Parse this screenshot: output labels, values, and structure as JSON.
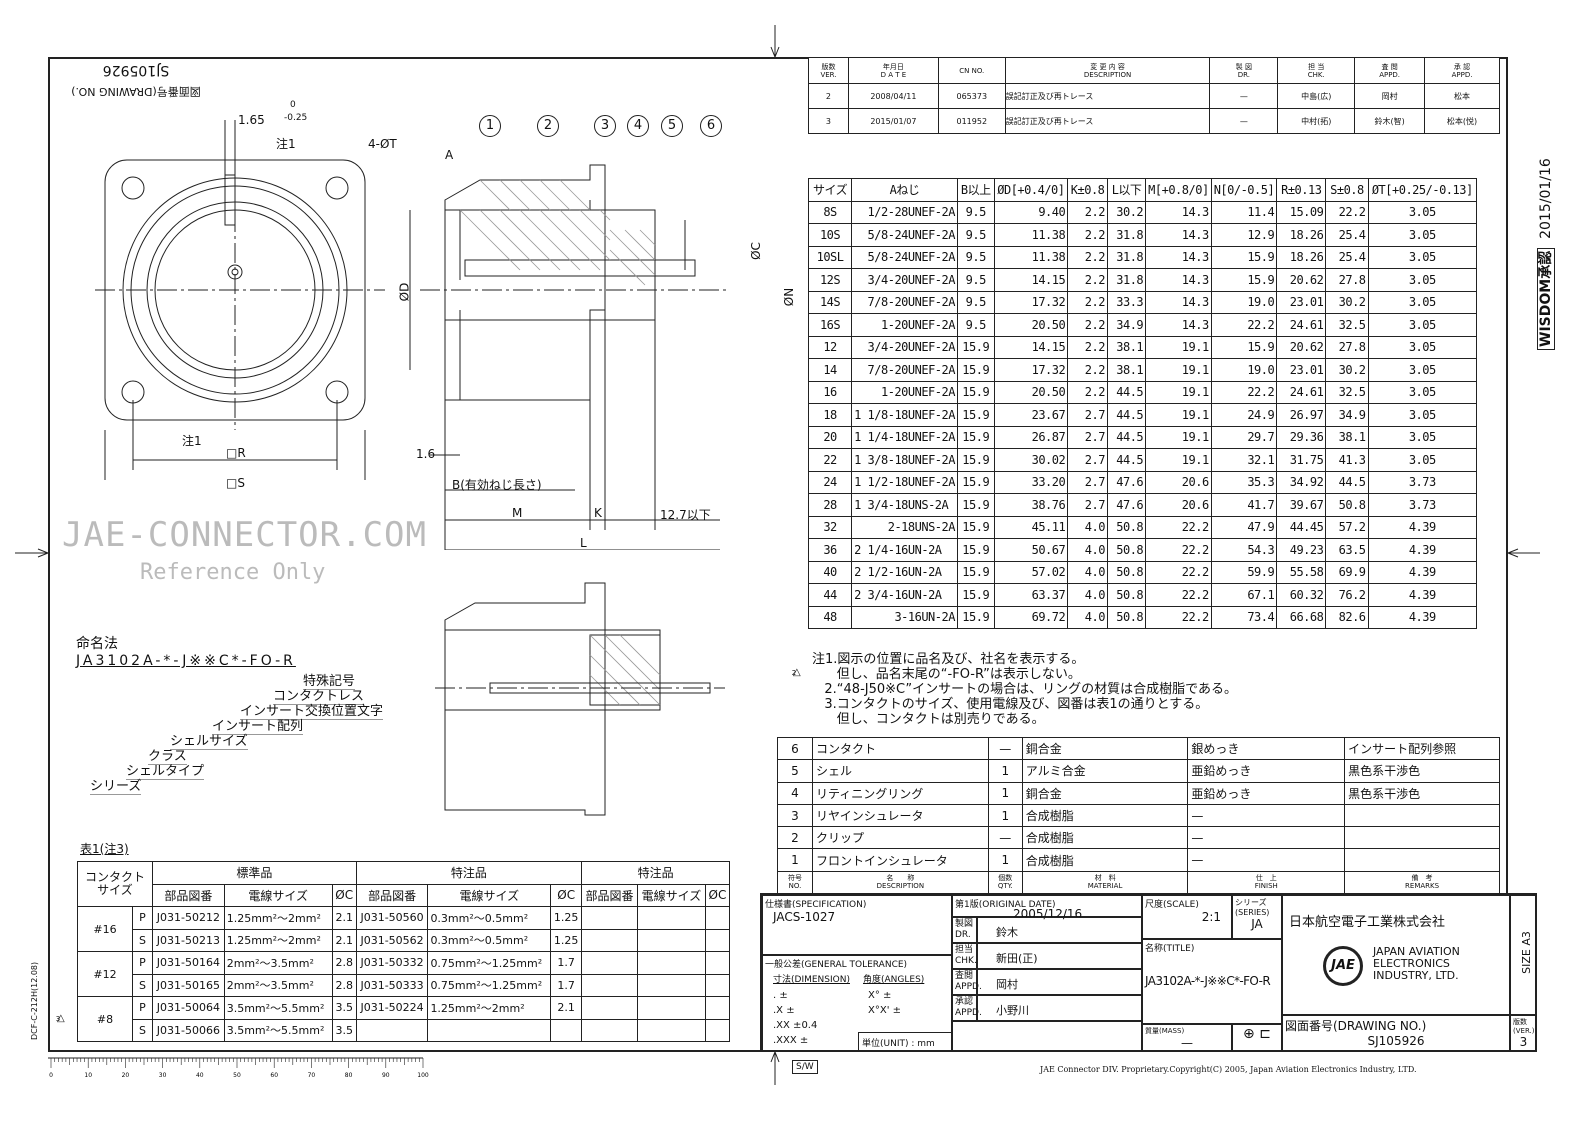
{
  "drawing_no_box": {
    "label": "図面番号(DRAWING NO.)",
    "value": "SJ105926"
  },
  "revisions": {
    "headers": [
      [
        "版数",
        "VER."
      ],
      [
        "年月日",
        "D A T E"
      ],
      [
        "CN NO.",
        ""
      ],
      [
        "変 更 内 容",
        "DESCRIPTION"
      ],
      [
        "製 図",
        "DR."
      ],
      [
        "担 当",
        "CHK."
      ],
      [
        "査 閲",
        "APPD."
      ],
      [
        "承 認",
        "APPD."
      ]
    ],
    "rows": [
      [
        "2",
        "2008/04/11",
        "065373",
        "誤記訂正及び再トレース",
        "—",
        "中島(広)",
        "岡村",
        "松本"
      ],
      [
        "3",
        "2015/01/07",
        "011952",
        "誤記訂正及び再トレース",
        "—",
        "中村(拓)",
        "鈴木(智)",
        "松本(悦)"
      ]
    ]
  },
  "approval_stamp": {
    "label": "WISDOM承認",
    "date": "2015/01/16"
  },
  "dimension_table": {
    "headers": [
      "サイズ",
      "Aねじ",
      "B以上",
      "ØD[+0.4/0]",
      "K±0.8",
      "L以下",
      "M[+0.8/0]",
      "N[0/-0.5]",
      "R±0.13",
      "S±0.8",
      "ØT[+0.25/-0.13]"
    ],
    "rows": [
      [
        "8S",
        "1/2-28UNEF-2A",
        "9.5",
        "9.40",
        "2.2",
        "30.2",
        "14.3",
        "11.4",
        "15.09",
        "22.2",
        "3.05"
      ],
      [
        "10S",
        "5/8-24UNEF-2A",
        "9.5",
        "11.38",
        "2.2",
        "31.8",
        "14.3",
        "12.9",
        "18.26",
        "25.4",
        "3.05"
      ],
      [
        "10SL",
        "5/8-24UNEF-2A",
        "9.5",
        "11.38",
        "2.2",
        "31.8",
        "14.3",
        "15.9",
        "18.26",
        "25.4",
        "3.05"
      ],
      [
        "12S",
        "3/4-20UNEF-2A",
        "9.5",
        "14.15",
        "2.2",
        "31.8",
        "14.3",
        "15.9",
        "20.62",
        "27.8",
        "3.05"
      ],
      [
        "14S",
        "7/8-20UNEF-2A",
        "9.5",
        "17.32",
        "2.2",
        "33.3",
        "14.3",
        "19.0",
        "23.01",
        "30.2",
        "3.05"
      ],
      [
        "16S",
        "1-20UNEF-2A",
        "9.5",
        "20.50",
        "2.2",
        "34.9",
        "14.3",
        "22.2",
        "24.61",
        "32.5",
        "3.05"
      ],
      [
        "12",
        "3/4-20UNEF-2A",
        "15.9",
        "14.15",
        "2.2",
        "38.1",
        "19.1",
        "15.9",
        "20.62",
        "27.8",
        "3.05"
      ],
      [
        "14",
        "7/8-20UNEF-2A",
        "15.9",
        "17.32",
        "2.2",
        "38.1",
        "19.1",
        "19.0",
        "23.01",
        "30.2",
        "3.05"
      ],
      [
        "16",
        "1-20UNEF-2A",
        "15.9",
        "20.50",
        "2.2",
        "44.5",
        "19.1",
        "22.2",
        "24.61",
        "32.5",
        "3.05"
      ],
      [
        "18",
        "1 1/8-18UNEF-2A",
        "15.9",
        "23.67",
        "2.7",
        "44.5",
        "19.1",
        "24.9",
        "26.97",
        "34.9",
        "3.05"
      ],
      [
        "20",
        "1 1/4-18UNEF-2A",
        "15.9",
        "26.87",
        "2.7",
        "44.5",
        "19.1",
        "29.7",
        "29.36",
        "38.1",
        "3.05"
      ],
      [
        "22",
        "1 3/8-18UNEF-2A",
        "15.9",
        "30.02",
        "2.7",
        "44.5",
        "19.1",
        "32.1",
        "31.75",
        "41.3",
        "3.05"
      ],
      [
        "24",
        "1 1/2-18UNEF-2A",
        "15.9",
        "33.20",
        "2.7",
        "47.6",
        "20.6",
        "35.3",
        "34.92",
        "44.5",
        "3.73"
      ],
      [
        "28",
        "1 3/4-18UNS-2A",
        "15.9",
        "38.76",
        "2.7",
        "47.6",
        "20.6",
        "41.7",
        "39.67",
        "50.8",
        "3.73"
      ],
      [
        "32",
        "2-18UNS-2A",
        "15.9",
        "45.11",
        "4.0",
        "50.8",
        "22.2",
        "47.9",
        "44.45",
        "57.2",
        "4.39"
      ],
      [
        "36",
        "2 1/4-16UN-2A",
        "15.9",
        "50.67",
        "4.0",
        "50.8",
        "22.2",
        "54.3",
        "49.23",
        "63.5",
        "4.39"
      ],
      [
        "40",
        "2 1/2-16UN-2A",
        "15.9",
        "57.02",
        "4.0",
        "50.8",
        "22.2",
        "59.9",
        "55.58",
        "69.9",
        "4.39"
      ],
      [
        "44",
        "2 3/4-16UN-2A",
        "15.9",
        "63.37",
        "4.0",
        "50.8",
        "22.2",
        "67.1",
        "60.32",
        "76.2",
        "4.39"
      ],
      [
        "48",
        "3-16UN-2A",
        "15.9",
        "69.72",
        "4.0",
        "50.8",
        "22.2",
        "73.4",
        "66.68",
        "82.6",
        "4.39"
      ]
    ]
  },
  "notes": {
    "rev_mark": "2",
    "text": "注1.図示の位置に品名及び、社名を表示する。\n      但し、品名末尾の“-FO-R”は表示しない。\n   2.“48-J50※C”インサートの場合は、リングの材質は合成樹脂である。\n   3.コンタクトのサイズ、使用電線及び、図番は表1の通りとする。\n      但し、コンタクトは別売りである。"
  },
  "parts_list": {
    "headers": [
      [
        "符号",
        "NO."
      ],
      [
        "名　　称",
        "DESCRIPTION"
      ],
      [
        "個数",
        "QTY."
      ],
      [
        "材　料",
        "MATERIAL"
      ],
      [
        "仕　上",
        "FINISH"
      ],
      [
        "備　考",
        "REMARKS"
      ]
    ],
    "rows": [
      [
        "6",
        "コンタクト",
        "—",
        "銅合金",
        "銀めっき",
        "インサート配列参照"
      ],
      [
        "5",
        "シェル",
        "1",
        "アルミ合金",
        "亜鉛めっき",
        "黒色系干渉色"
      ],
      [
        "4",
        "リティニングリング",
        "1",
        "銅合金",
        "亜鉛めっき",
        "黒色系干渉色"
      ],
      [
        "3",
        "リヤインシュレータ",
        "1",
        "合成樹脂",
        "—",
        ""
      ],
      [
        "2",
        "クリップ",
        "—",
        "合成樹脂",
        "—",
        ""
      ],
      [
        "1",
        "フロントインシュレータ",
        "1",
        "合成樹脂",
        "—",
        ""
      ]
    ]
  },
  "table1": {
    "caption": "表1(注3)",
    "group_headers": [
      "コンタクトサイズ",
      "標準品",
      "特注品",
      "特注品"
    ],
    "sub_headers": [
      "部品図番",
      "電線サイズ",
      "ØC"
    ],
    "rows": [
      [
        "#16",
        "P",
        "J031-50212",
        "1.25mm²～2mm²",
        "2.1",
        "J031-50560",
        "0.3mm²～0.5mm²",
        "1.25"
      ],
      [
        "",
        "S",
        "J031-50213",
        "1.25mm²～2mm²",
        "2.1",
        "J031-50562",
        "0.3mm²～0.5mm²",
        "1.25"
      ],
      [
        "#12",
        "P",
        "J031-50164",
        "2mm²～3.5mm²",
        "2.8",
        "J031-50332",
        "0.75mm²～1.25mm²",
        "1.7"
      ],
      [
        "",
        "S",
        "J031-50165",
        "2mm²～3.5mm²",
        "2.8",
        "J031-50333",
        "0.75mm²～1.25mm²",
        "1.7"
      ],
      [
        "#8",
        "P",
        "J031-50064",
        "3.5mm²～5.5mm²",
        "3.5",
        "J031-50224",
        "1.25mm²～2mm²",
        "2.1"
      ],
      [
        "",
        "S",
        "J031-50066",
        "3.5mm²～5.5mm²",
        "3.5",
        "",
        "",
        ""
      ]
    ]
  },
  "naming": {
    "title": "命名法",
    "code": "JA3102A-*-J※※C*-FO-R",
    "items": [
      "特殊記号",
      "コンタクトレス",
      "インサート交換位置文字",
      "インサート配列",
      "シェルサイズ",
      "クラス",
      "シェルタイプ",
      "シリーズ"
    ]
  },
  "drawing_labels": {
    "balloons": [
      "1",
      "2",
      "3",
      "4",
      "5",
      "6"
    ],
    "A": "A",
    "phiD": "ØD",
    "phiN": "ØN",
    "phiC": "ØC",
    "dim_165": "1.65",
    "tol_upper": "0",
    "tol_lower": "-0.25",
    "note1": "注1",
    "holes": "4-ØT",
    "R": "□R",
    "S": "□S",
    "d16": "1.6",
    "B": "B(有効ねじ長さ)",
    "M": "M",
    "K": "K",
    "d127": "12.7以下",
    "L": "L"
  },
  "title_block": {
    "spec_label": "仕様書(SPECIFICATION)",
    "spec": "JACS-1027",
    "orig_label": "第1版(ORIGINAL DATE)",
    "orig_date": "2005/12/16",
    "scale_label": "尺度(SCALE)",
    "scale": "2:1",
    "series_label": "シリーズ(SERIES)",
    "series": "JA",
    "company_jp": "日本航空電子工業株式会社",
    "company_en": [
      "JAPAN AVIATION",
      "ELECTRONICS",
      "INDUSTRY, LTD."
    ],
    "logo": "JAE",
    "dr_label": [
      "製図",
      "DR."
    ],
    "dr": "鈴木",
    "chk_label": [
      "担当",
      "CHK."
    ],
    "chk": "新田(正)",
    "appd1_label": [
      "査閲",
      "APPD."
    ],
    "appd1": "岡村",
    "appd2_label": [
      "承認",
      "APPD."
    ],
    "appd2": "小野川",
    "tol_label": "一般公差(GENERAL TOLERANCE)",
    "dim_label": "寸法(DIMENSION)",
    "ang_label": "角度(ANGLES)",
    "tol_rows": [
      ". ±",
      ".X ±",
      ".XX ±0.4",
      ".XXX ±"
    ],
    "ang_rows": [
      "X° ±",
      "X°X' ±"
    ],
    "unit": "単位(UNIT) : mm",
    "title_label": "名称(TITLE)",
    "title": "JA3102A-*-J※※C*-FO-R",
    "mass_label": "質量(MASS)",
    "mass": "—",
    "dwg_label": "図面番号(DRAWING NO.)",
    "dwg": "SJ105926",
    "size_label": "SIZE",
    "size": "A3",
    "ver_label": "版数 (VER.)",
    "ver": "3"
  },
  "watermark": {
    "line1": "JAE-CONNECTOR.COM",
    "line2": "Reference Only"
  },
  "footer": {
    "copyright": "JAE Connector DIV. Proprietary.Copyright(C) 2005, Japan Aviation Electronics Industry, LTD.",
    "sw": "S/W",
    "form": "DCF-C-212H(12.08)",
    "rev3": "3"
  },
  "ruler": {
    "labels": [
      "0",
      "10",
      "20",
      "30",
      "40",
      "50",
      "60",
      "70",
      "80",
      "90",
      "100"
    ]
  }
}
